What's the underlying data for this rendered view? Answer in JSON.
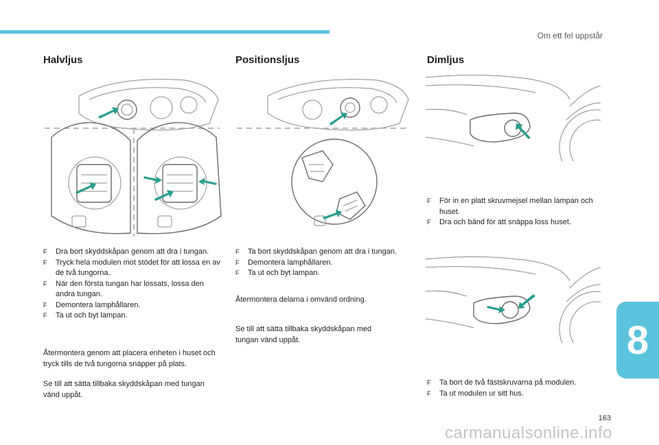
{
  "header": {
    "section_title": "Om ett fel uppstår"
  },
  "chapter": {
    "number": "8"
  },
  "footer": {
    "page_number": "163",
    "watermark": "carmanualsonline.info"
  },
  "columns": [
    {
      "title": "Halvljus",
      "steps": [
        "Dra bort skyddskåpan genom att dra i tungan.",
        "Tryck hela modulen mot stödet för att lossa en av de två tungorna.",
        "När den första tungan har lossats, lossa den andra tungan.",
        "Demontera lamphållaren.",
        "Ta ut och byt lampan."
      ],
      "paragraphs": [
        "Återmontera genom att placera enheten i huset och tryck tills de två tungorna snäpper på plats.",
        "Se till att sätta tillbaka skyddskåpan med tungan vänd uppåt."
      ]
    },
    {
      "title": "Positionsljus",
      "steps": [
        "Ta bort skyddskåpan genom att dra i tungan.",
        "Demontera lamphållaren.",
        "Ta ut och byt lampan."
      ],
      "paragraphs": [
        "Återmontera delarna i omvänd ordning.",
        "Se till att sätta tillbaka skyddskåpan med tungan vänd uppåt."
      ]
    },
    {
      "title": "Dimljus",
      "steps_a": [
        "För in en platt skruvmejsel mellan lampan och huset.",
        "Dra och bänd för att snäppa loss huset."
      ],
      "steps_b": [
        "Ta bort de två fästskruvarna på modulen.",
        "Ta ut modulen ur sitt hus."
      ]
    }
  ],
  "bullet_glyph": "F",
  "colors": {
    "accent": "#5bc3de",
    "arrow": "#2a9d8f"
  },
  "icons": [
    "headlamp-illustration",
    "bulb-holder-illustration",
    "fog-lamp-illustration"
  ]
}
